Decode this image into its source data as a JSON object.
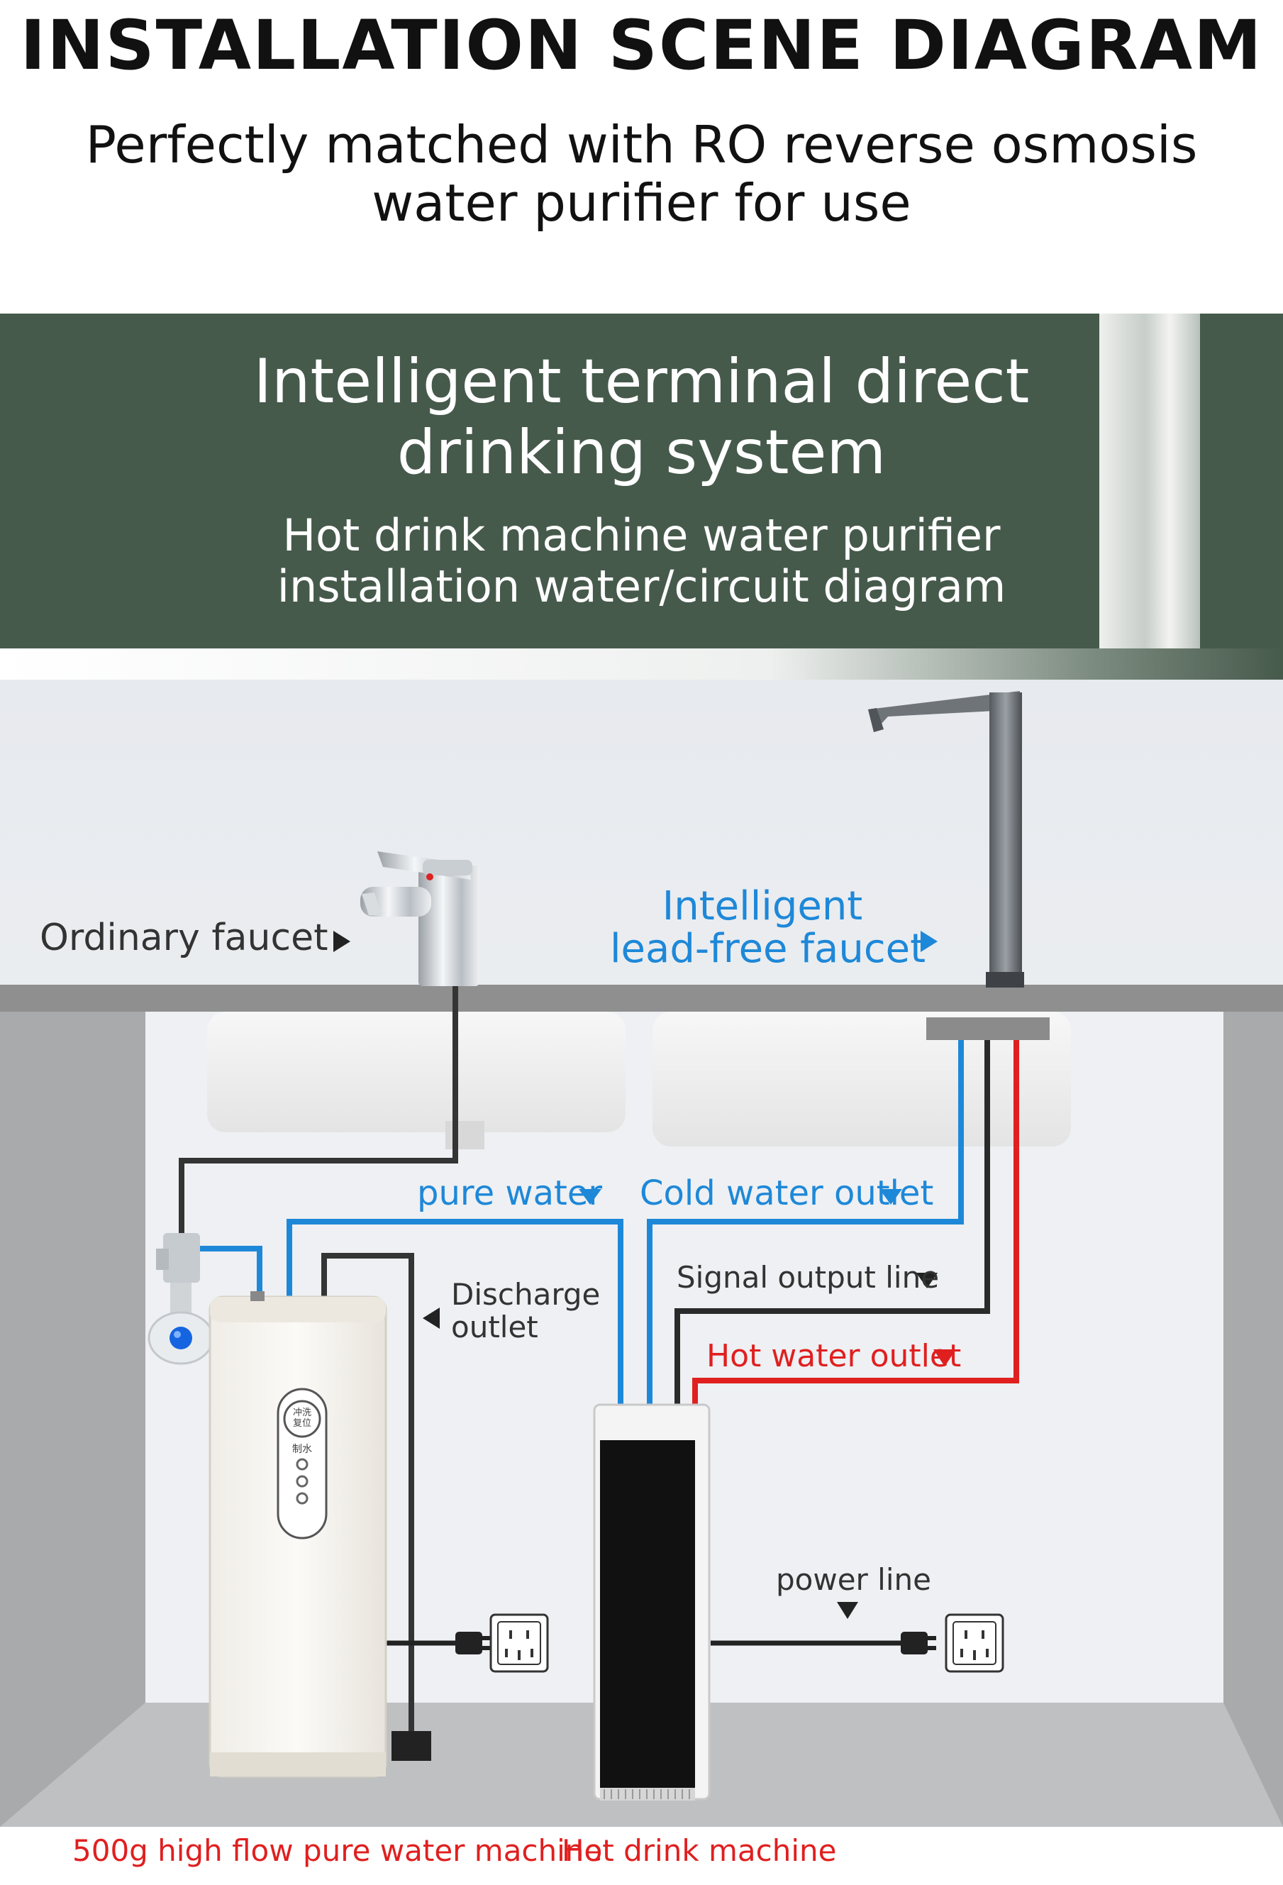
{
  "header": {
    "title": "INSTALLATION SCENE DIAGRAM",
    "subtitle_line1": "Perfectly matched with RO reverse osmosis",
    "subtitle_line2": "water purifier for use"
  },
  "banner": {
    "title_line1": "Intelligent terminal direct",
    "title_line2": "drinking system",
    "subtitle_line1": "Hot drink machine water purifier",
    "subtitle_line2": "installation water/circuit diagram"
  },
  "diagram": {
    "ordinary_faucet": "Ordinary faucet",
    "smart_faucet_line1": "Intelligent",
    "smart_faucet_line2": "lead-free faucet",
    "pure_water": "pure water",
    "cold_water_outlet": "Cold water outlet",
    "signal_output_line": "Signal output line",
    "hot_water_outlet": "Hot water outlet",
    "discharge_outlet_line1": "Discharge",
    "discharge_outlet_line2": "outlet",
    "power_line": "power line",
    "panel_button_top": "冲洗",
    "panel_button_bottom": "复位",
    "panel_status": "制水",
    "water_machine_caption": "500g high flow pure water machine",
    "hot_drink_caption": "Hot drink machine"
  },
  "colors": {
    "banner": "#465a4c",
    "pure_water_pipe": "#1e88d8",
    "hot_water_pipe": "#e01f1f",
    "signal_line": "#2a2a2a",
    "countertop": "#8f8f8f"
  }
}
